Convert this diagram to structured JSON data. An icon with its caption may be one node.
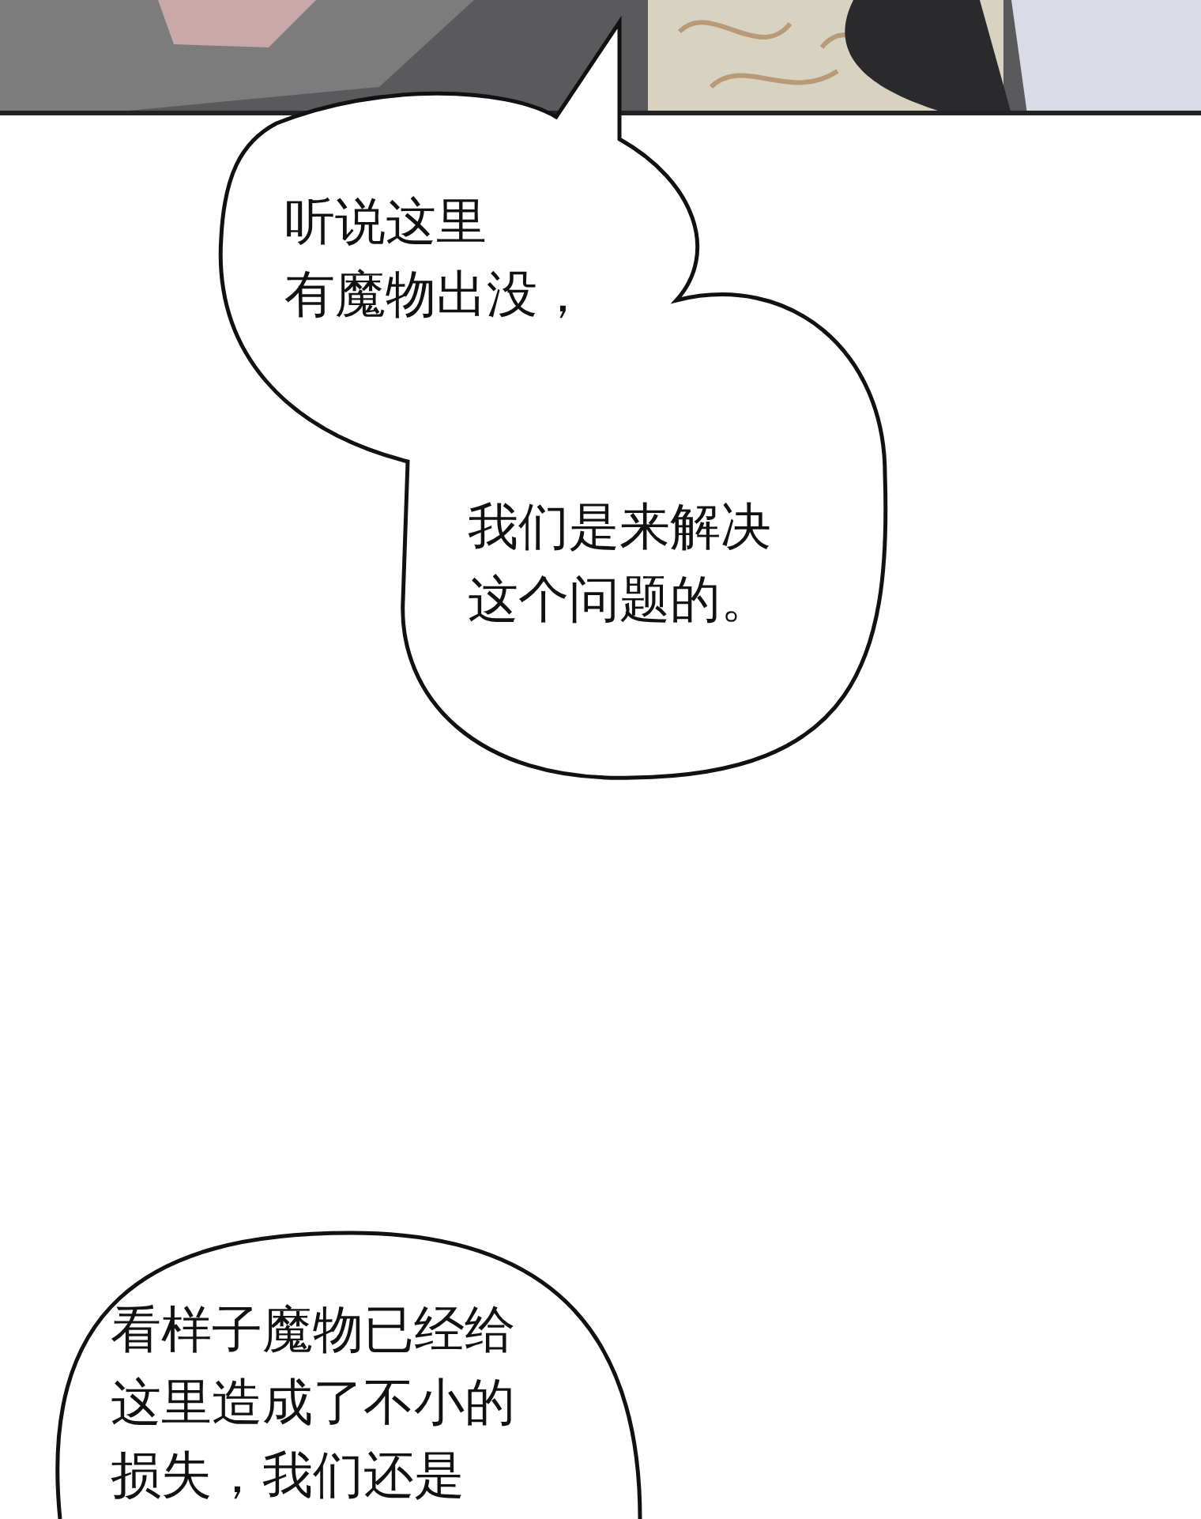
{
  "diagram": {
    "nodes": [
      {
        "text": [
          "听说这里有魔物出没，",
          "我们是来解决这个问题的。"
        ]
      },
      {
        "text": [
          "看样子魔物已经给这里造成了不小的损失，我们还是"
        ]
      }
    ]
  }
}
